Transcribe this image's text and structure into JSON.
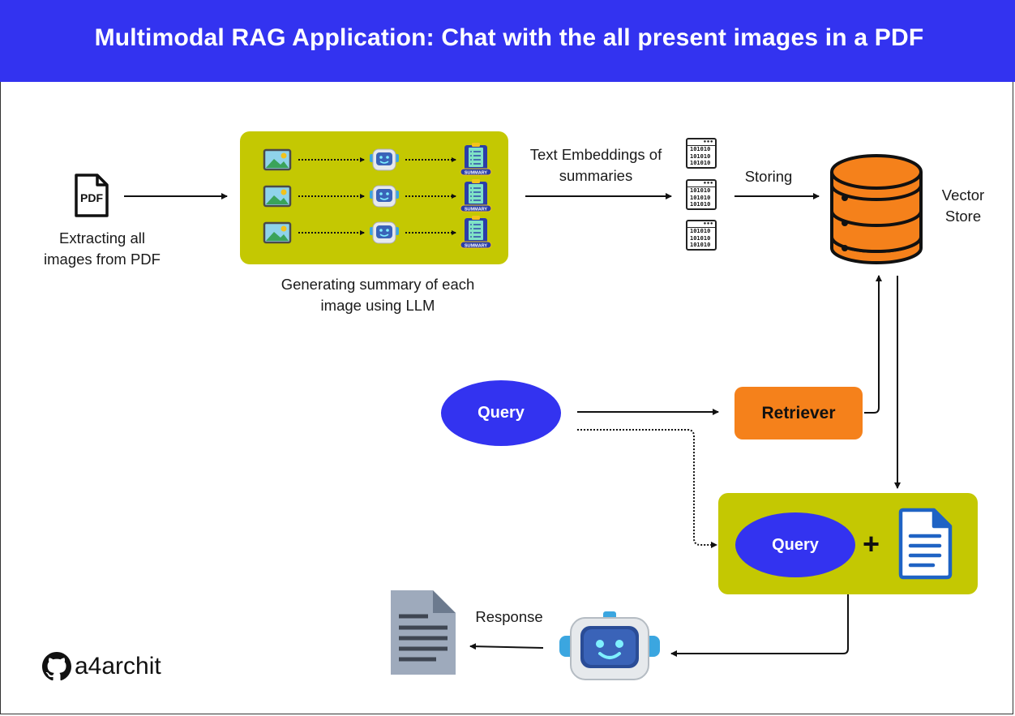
{
  "title": "Multimodal RAG Application: Chat with the all present images in a PDF",
  "labels": {
    "pdf_icon_text": "PDF",
    "extract": "Extracting all images from PDF",
    "generate": "Generating summary of each image using LLM",
    "embeddings": "Text Embeddings of summaries",
    "storing": "Storing",
    "vector_store": "Vector Store",
    "response": "Response",
    "summary_tag": "SUMMARY",
    "binary_code": [
      "101010",
      "101010",
      "101010"
    ],
    "query": "Query",
    "retriever": "Retriever",
    "plus": "+",
    "query_combined": "Query"
  },
  "brand": {
    "name": "a4archit",
    "icon": "github-icon"
  },
  "colors": {
    "banner": "#3333f0",
    "panel": "#c4c802",
    "query": "#3333f0",
    "retriever": "#f5811b",
    "database": "#f5811b"
  }
}
